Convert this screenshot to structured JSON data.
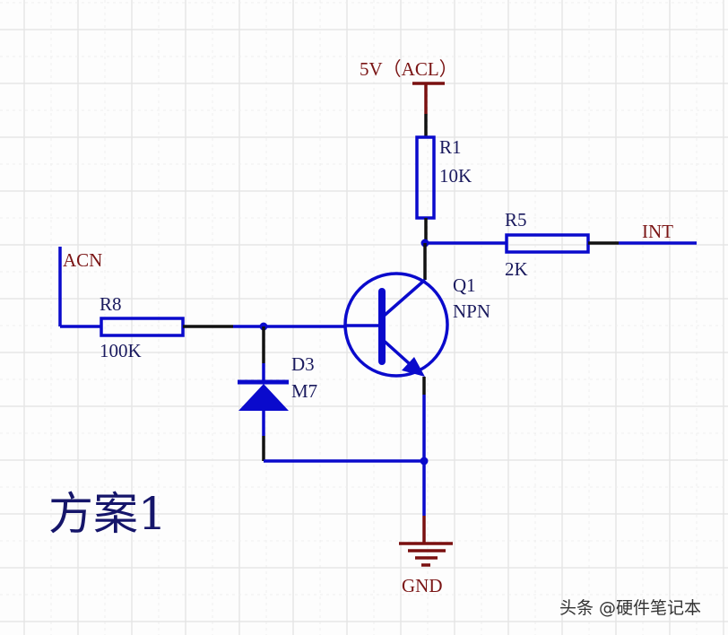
{
  "diagram": {
    "title": "方案1",
    "watermark": "头条 @硬件笔记本",
    "colors": {
      "wire": "#0a0acc",
      "net_label": "#7a1414",
      "designator": "#1a1a5e",
      "background": "#fdfdfd"
    },
    "power": {
      "label": "5V（ACL）"
    },
    "ground": {
      "label": "GND"
    },
    "nets": {
      "input": "ACN",
      "output": "INT"
    },
    "components": {
      "R1": {
        "designator": "R1",
        "value": "10K",
        "type": "resistor"
      },
      "R5": {
        "designator": "R5",
        "value": "2K",
        "type": "resistor"
      },
      "R8": {
        "designator": "R8",
        "value": "100K",
        "type": "resistor"
      },
      "Q1": {
        "designator": "Q1",
        "value": "NPN",
        "type": "npn-transistor"
      },
      "D3": {
        "designator": "D3",
        "value": "M7",
        "type": "diode"
      }
    }
  }
}
